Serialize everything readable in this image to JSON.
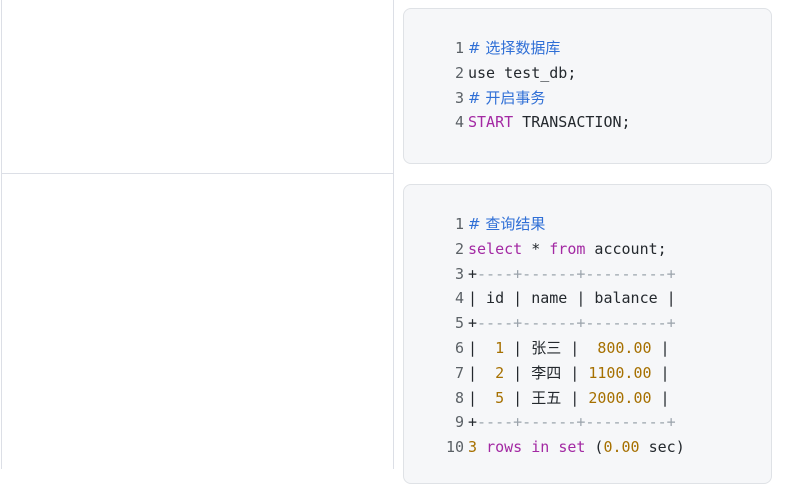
{
  "block1": {
    "lines": [
      {
        "num": "1",
        "segments": [
          {
            "text": "# 选择数据库",
            "cls": "cm"
          }
        ]
      },
      {
        "num": "2",
        "segments": [
          {
            "text": "use test_db;",
            "cls": ""
          }
        ]
      },
      {
        "num": "3",
        "segments": [
          {
            "text": "# 开启事务",
            "cls": "cm"
          }
        ]
      },
      {
        "num": "4",
        "segments": [
          {
            "text": "START",
            "cls": "kw"
          },
          {
            "text": " TRANSACTION;",
            "cls": ""
          }
        ]
      }
    ]
  },
  "block2": {
    "lines": [
      {
        "num": "1",
        "segments": [
          {
            "text": "# 查询结果",
            "cls": "cm"
          }
        ]
      },
      {
        "num": "2",
        "segments": [
          {
            "text": "select",
            "cls": "kw"
          },
          {
            "text": " * ",
            "cls": ""
          },
          {
            "text": "from",
            "cls": "kw"
          },
          {
            "text": " account;",
            "cls": ""
          }
        ]
      },
      {
        "num": "3",
        "segments": [
          {
            "text": "+",
            "cls": ""
          },
          {
            "text": "----+------+---------+",
            "cls": "dash"
          }
        ]
      },
      {
        "num": "4",
        "segments": [
          {
            "text": "| id | name | balance |",
            "cls": ""
          }
        ]
      },
      {
        "num": "5",
        "segments": [
          {
            "text": "+",
            "cls": ""
          },
          {
            "text": "----+------+---------+",
            "cls": "dash"
          }
        ]
      },
      {
        "num": "6",
        "segments": [
          {
            "text": "|  ",
            "cls": ""
          },
          {
            "text": "1",
            "cls": "nm"
          },
          {
            "text": " | 张三 |  ",
            "cls": ""
          },
          {
            "text": "800.00",
            "cls": "nm"
          },
          {
            "text": " |",
            "cls": ""
          }
        ]
      },
      {
        "num": "7",
        "segments": [
          {
            "text": "|  ",
            "cls": ""
          },
          {
            "text": "2",
            "cls": "nm"
          },
          {
            "text": " | 李四 | ",
            "cls": ""
          },
          {
            "text": "1100.00",
            "cls": "nm"
          },
          {
            "text": " |",
            "cls": ""
          }
        ]
      },
      {
        "num": "8",
        "segments": [
          {
            "text": "|  ",
            "cls": ""
          },
          {
            "text": "5",
            "cls": "nm"
          },
          {
            "text": " | 王五 | ",
            "cls": ""
          },
          {
            "text": "2000.00",
            "cls": "nm"
          },
          {
            "text": " |",
            "cls": ""
          }
        ]
      },
      {
        "num": "9",
        "segments": [
          {
            "text": "+",
            "cls": ""
          },
          {
            "text": "----+------+---------+",
            "cls": "dash"
          }
        ]
      },
      {
        "num": "10",
        "segments": [
          {
            "text": "3",
            "cls": "nm"
          },
          {
            "text": " ",
            "cls": ""
          },
          {
            "text": "rows",
            "cls": "kw"
          },
          {
            "text": " ",
            "cls": ""
          },
          {
            "text": "in",
            "cls": "kw"
          },
          {
            "text": " ",
            "cls": ""
          },
          {
            "text": "set",
            "cls": "kw"
          },
          {
            "text": " (",
            "cls": ""
          },
          {
            "text": "0.00",
            "cls": "nm"
          },
          {
            "text": " sec)",
            "cls": ""
          }
        ]
      }
    ]
  }
}
